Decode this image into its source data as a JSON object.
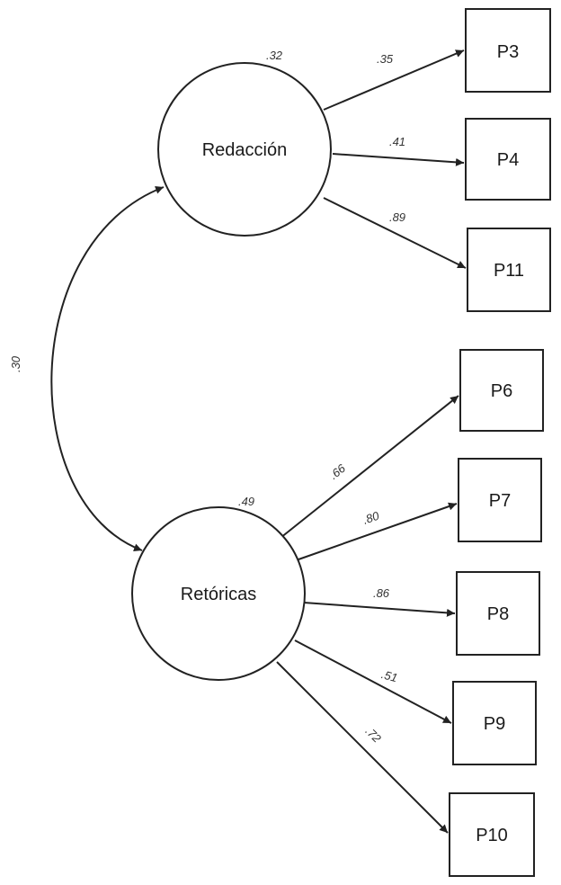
{
  "latent": {
    "redaccion": {
      "label": "Redacción",
      "r2": ".32"
    },
    "retoricas": {
      "label": "Retóricas",
      "r2": ".49"
    }
  },
  "correlation": ".30",
  "indicators": {
    "p3": {
      "label": "P3",
      "loading": ".35"
    },
    "p4": {
      "label": "P4",
      "loading": ".41"
    },
    "p11": {
      "label": "P11",
      "loading": ".89"
    },
    "p6": {
      "label": "P6",
      "loading": ".66"
    },
    "p7": {
      "label": "P7",
      "loading": ".80"
    },
    "p8": {
      "label": "P8",
      "loading": ".86"
    },
    "p9": {
      "label": "P9",
      "loading": ".51"
    },
    "p10": {
      "label": "P10",
      "loading": ".72"
    }
  },
  "colors": {
    "stroke": "#222222",
    "background": "#ffffff"
  }
}
